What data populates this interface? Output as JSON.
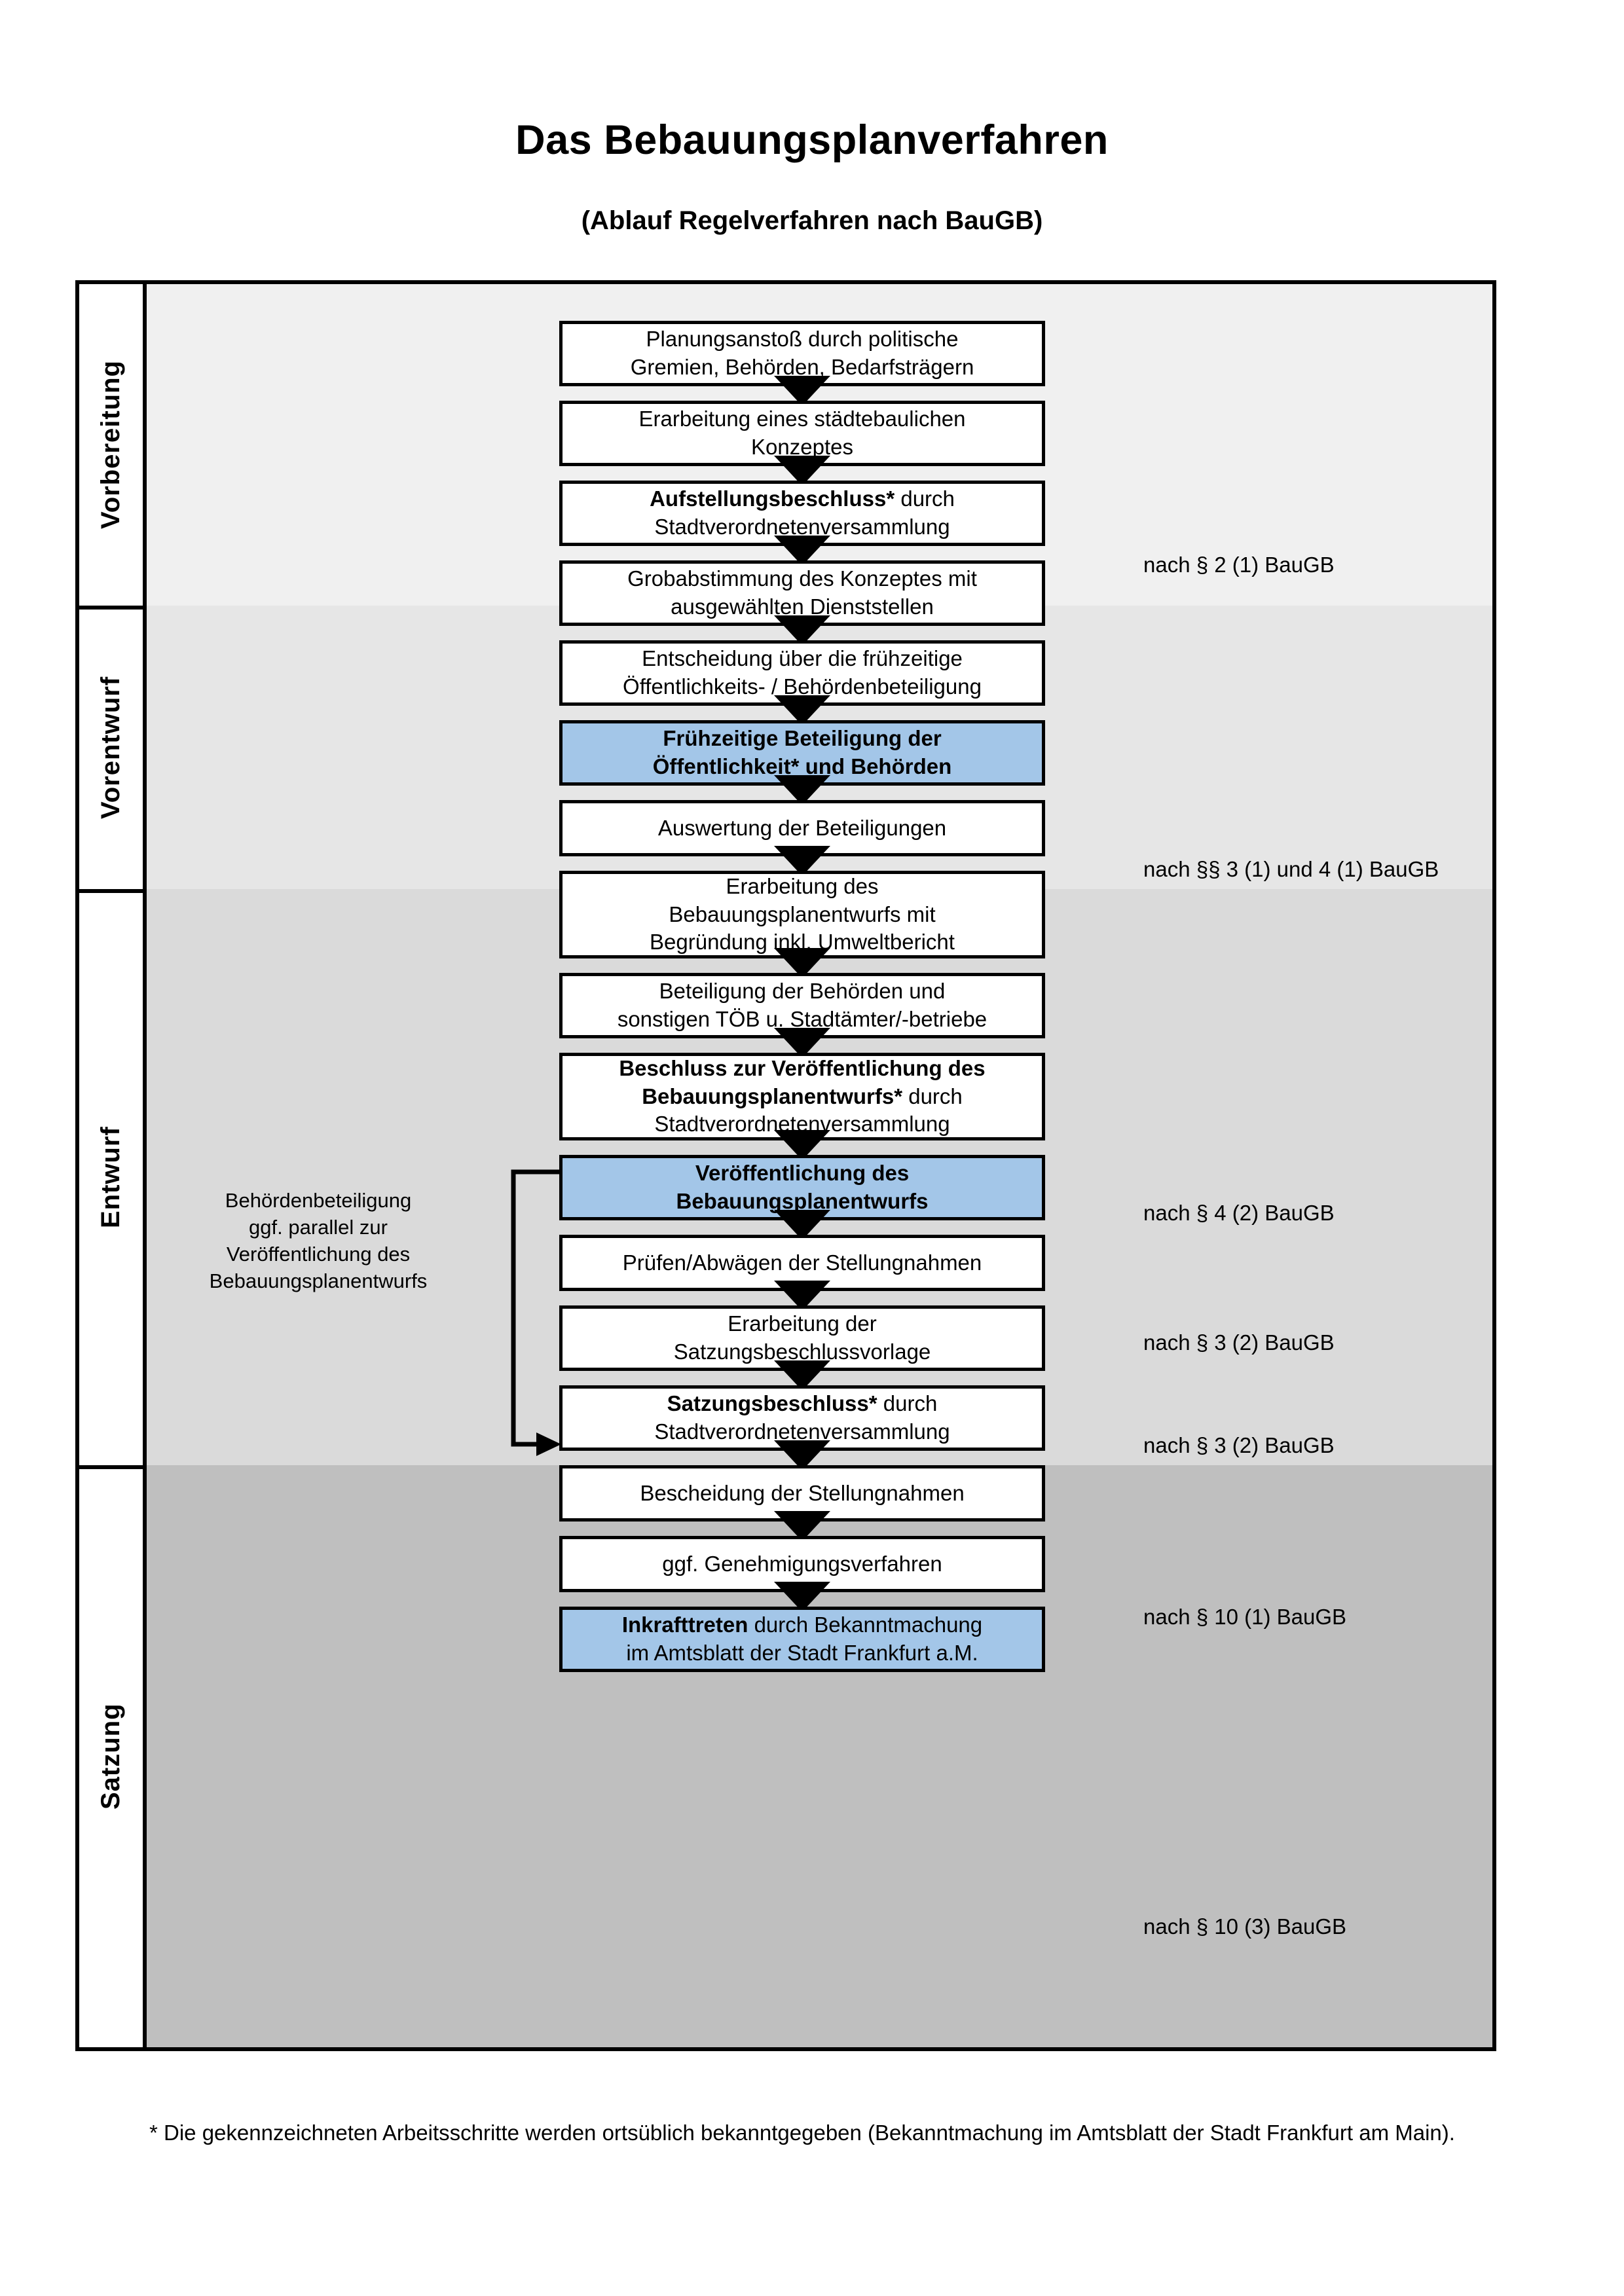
{
  "document": {
    "title": "Das Bebauungsplanverfahren",
    "subtitle": "(Ablauf Regelverfahren nach BauGB)",
    "footnote": "* Die gekennzeichneten Arbeitsschritte werden ortsüblich bekanntgegeben (Bekanntmachung im Amtsblatt  der Stadt Frankfurt am Main)."
  },
  "colors": {
    "highlight_blue": "#a3c6e8",
    "band_vorbereitung": "#f0f0f0",
    "band_vorentwurf": "#e6e6e6",
    "band_entwurf": "#dadada",
    "band_satzung": "#bfbfbf",
    "line": "#000000"
  },
  "sections": [
    {
      "label": "Vorbereitung"
    },
    {
      "label": "Vorentwurf"
    },
    {
      "label": "Entwurf"
    },
    {
      "label": "Satzung"
    }
  ],
  "steps": [
    {
      "id": "planungsanstoss",
      "lines": [
        "Planungsanstoß durch politische",
        "Gremien, Behörden, Bedarfsträgern"
      ],
      "bold": "",
      "highlight": false
    },
    {
      "id": "staedtebauliches-konzept",
      "lines": [
        "Erarbeitung eines städtebaulichen",
        "Konzeptes"
      ],
      "bold": "",
      "highlight": false
    },
    {
      "id": "aufstellungsbeschluss",
      "lines": [
        "Aufstellungsbeschluss* durch",
        "Stadtverordnetenversammlung"
      ],
      "bold": "Aufstellungsbeschluss*",
      "highlight": false
    },
    {
      "id": "grobabstimmung",
      "lines": [
        "Grobabstimmung des Konzeptes mit",
        "ausgewählten Dienststellen"
      ],
      "bold": "",
      "highlight": false
    },
    {
      "id": "entscheidung-fruehzeitige-beteiligung",
      "lines": [
        "Entscheidung über die frühzeitige",
        "Öffentlichkeits- / Behördenbeteiligung"
      ],
      "bold": "",
      "highlight": false
    },
    {
      "id": "fruehzeitige-beteiligung",
      "lines": [
        "Frühzeitige Beteiligung der",
        "Öffentlichkeit* und Behörden"
      ],
      "bold": "ALL",
      "highlight": true
    },
    {
      "id": "auswertung-beteiligungen",
      "lines": [
        "Auswertung der Beteiligungen"
      ],
      "bold": "",
      "highlight": false
    },
    {
      "id": "erarbeitung-bebauungsplanentwurf",
      "lines": [
        "Erarbeitung des",
        "Bebauungsplanentwurfs mit",
        "Begründung inkl. Umweltbericht"
      ],
      "bold": "",
      "highlight": false
    },
    {
      "id": "beteiligung-behoerden-toeb",
      "lines": [
        "Beteiligung der Behörden und",
        "sonstigen TÖB u. Stadtämter/-betriebe"
      ],
      "bold": "",
      "highlight": false
    },
    {
      "id": "beschluss-veroeffentlichung",
      "lines": [
        "Beschluss zur Veröffentlichung des",
        "Bebauungsplanentwurfs* durch",
        "Stadtverordnetenversammlung"
      ],
      "bold": "Beschluss zur Veröffentlichung des Bebauungsplanentwurfs*",
      "highlight": false
    },
    {
      "id": "veroeffentlichung-entwurf",
      "lines": [
        "Veröffentlichung des",
        "Bebauungsplanentwurfs"
      ],
      "bold": "ALL",
      "highlight": true
    },
    {
      "id": "pruefen-abwaegen",
      "lines": [
        "Prüfen/Abwägen der Stellungnahmen"
      ],
      "bold": "",
      "highlight": false
    },
    {
      "id": "erarbeitung-satzungsbeschlussvorlage",
      "lines": [
        "Erarbeitung der",
        "Satzungsbeschlussvorlage"
      ],
      "bold": "",
      "highlight": false
    },
    {
      "id": "satzungsbeschluss",
      "lines": [
        "Satzungsbeschluss* durch",
        "Stadtverordnetenversammlung"
      ],
      "bold": "Satzungsbeschluss*",
      "highlight": false
    },
    {
      "id": "bescheidung-stellungnahmen",
      "lines": [
        "Bescheidung der Stellungnahmen"
      ],
      "bold": "",
      "highlight": false
    },
    {
      "id": "genehmigungsverfahren",
      "lines": [
        "ggf. Genehmigungsverfahren"
      ],
      "bold": "",
      "highlight": false
    },
    {
      "id": "inkrafttreten",
      "lines": [
        "Inkrafttreten durch Bekanntmachung",
        "im Amtsblatt der Stadt Frankfurt a.M."
      ],
      "bold": "Inkrafttreten",
      "highlight": true
    }
  ],
  "legal_refs": [
    {
      "id": "ref-par2-1",
      "text": "nach § 2 (1) BauGB"
    },
    {
      "id": "ref-par3-1-4-1",
      "text": "nach §§ 3 (1) und 4 (1) BauGB"
    },
    {
      "id": "ref-par4-2",
      "text": "nach § 4 (2) BauGB"
    },
    {
      "id": "ref-par3-2-a",
      "text": "nach § 3 (2) BauGB"
    },
    {
      "id": "ref-par3-2-b",
      "text": "nach § 3 (2) BauGB"
    },
    {
      "id": "ref-par10-1",
      "text": "nach § 10 (1) BauGB"
    },
    {
      "id": "ref-par10-3",
      "text": "nach § 10 (3) BauGB"
    }
  ],
  "side_note": {
    "lines": [
      "Behördenbeteiligung",
      "ggf. parallel zur",
      "Veröffentlichung des",
      "Bebauungsplanentwurfs"
    ]
  }
}
